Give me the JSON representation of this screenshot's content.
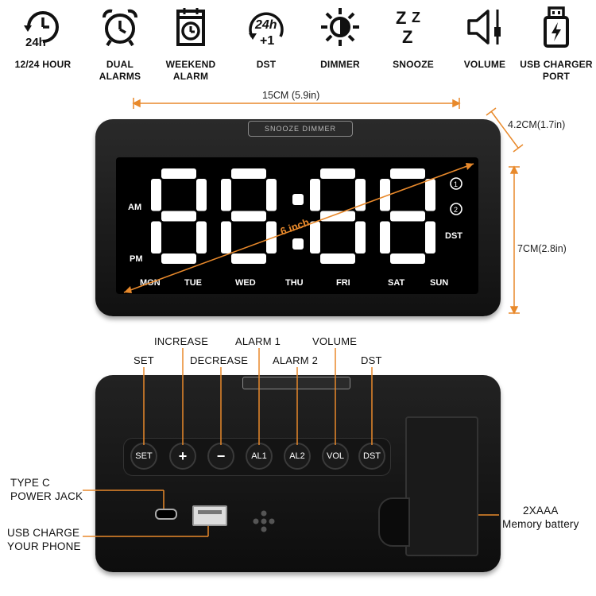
{
  "features": [
    {
      "icon": "clock-24h-icon",
      "label": "12/24 HOUR"
    },
    {
      "icon": "alarm-clock-icon",
      "label": "DUAL\nALARMS"
    },
    {
      "icon": "calendar-alarm-icon",
      "label": "WEEKEND\nALARM"
    },
    {
      "icon": "dst-icon",
      "label": "DST"
    },
    {
      "icon": "dimmer-icon",
      "label": "DIMMER"
    },
    {
      "icon": "snooze-icon",
      "label": "SNOOZE"
    },
    {
      "icon": "volume-icon",
      "label": "VOLUME"
    },
    {
      "icon": "usb-port-icon",
      "label": "USB CHARGER\nPORT"
    }
  ],
  "icon_text": {
    "h24": "24h",
    "dst_top": "24h",
    "dst_bottom": "+1",
    "zzz": "Z Z Z"
  },
  "dimensions": {
    "width": "15CM (5.9in)",
    "depth": "4.2CM(1.7in)",
    "height": "7CM(2.8in)",
    "diagonal": "6 inch"
  },
  "front": {
    "top_button": "SNOOZE DIMMER",
    "am": "AM",
    "pm": "PM",
    "dst": "DST",
    "days": [
      "MON",
      "TUE",
      "WED",
      "THU",
      "FRI",
      "SAT",
      "SUN"
    ],
    "alarm1": "1",
    "alarm2": "2"
  },
  "back_labels": {
    "set": "SET",
    "increase": "INCREASE",
    "decrease": "DECREASE",
    "alarm1": "ALARM 1",
    "alarm2": "ALARM 2",
    "volume": "VOLUME",
    "dst": "DST",
    "type_c": "TYPE C\nPOWER JACK",
    "usb_charge": "USB CHARGE\nYOUR PHONE",
    "battery": "2XAAA\nMemory battery"
  },
  "buttons": [
    "SET",
    "+",
    "−",
    "AL1",
    "AL2",
    "VOL",
    "DST"
  ],
  "colors": {
    "accent": "#e8892b",
    "body": "#1c1c1c",
    "screen": "#000000"
  }
}
